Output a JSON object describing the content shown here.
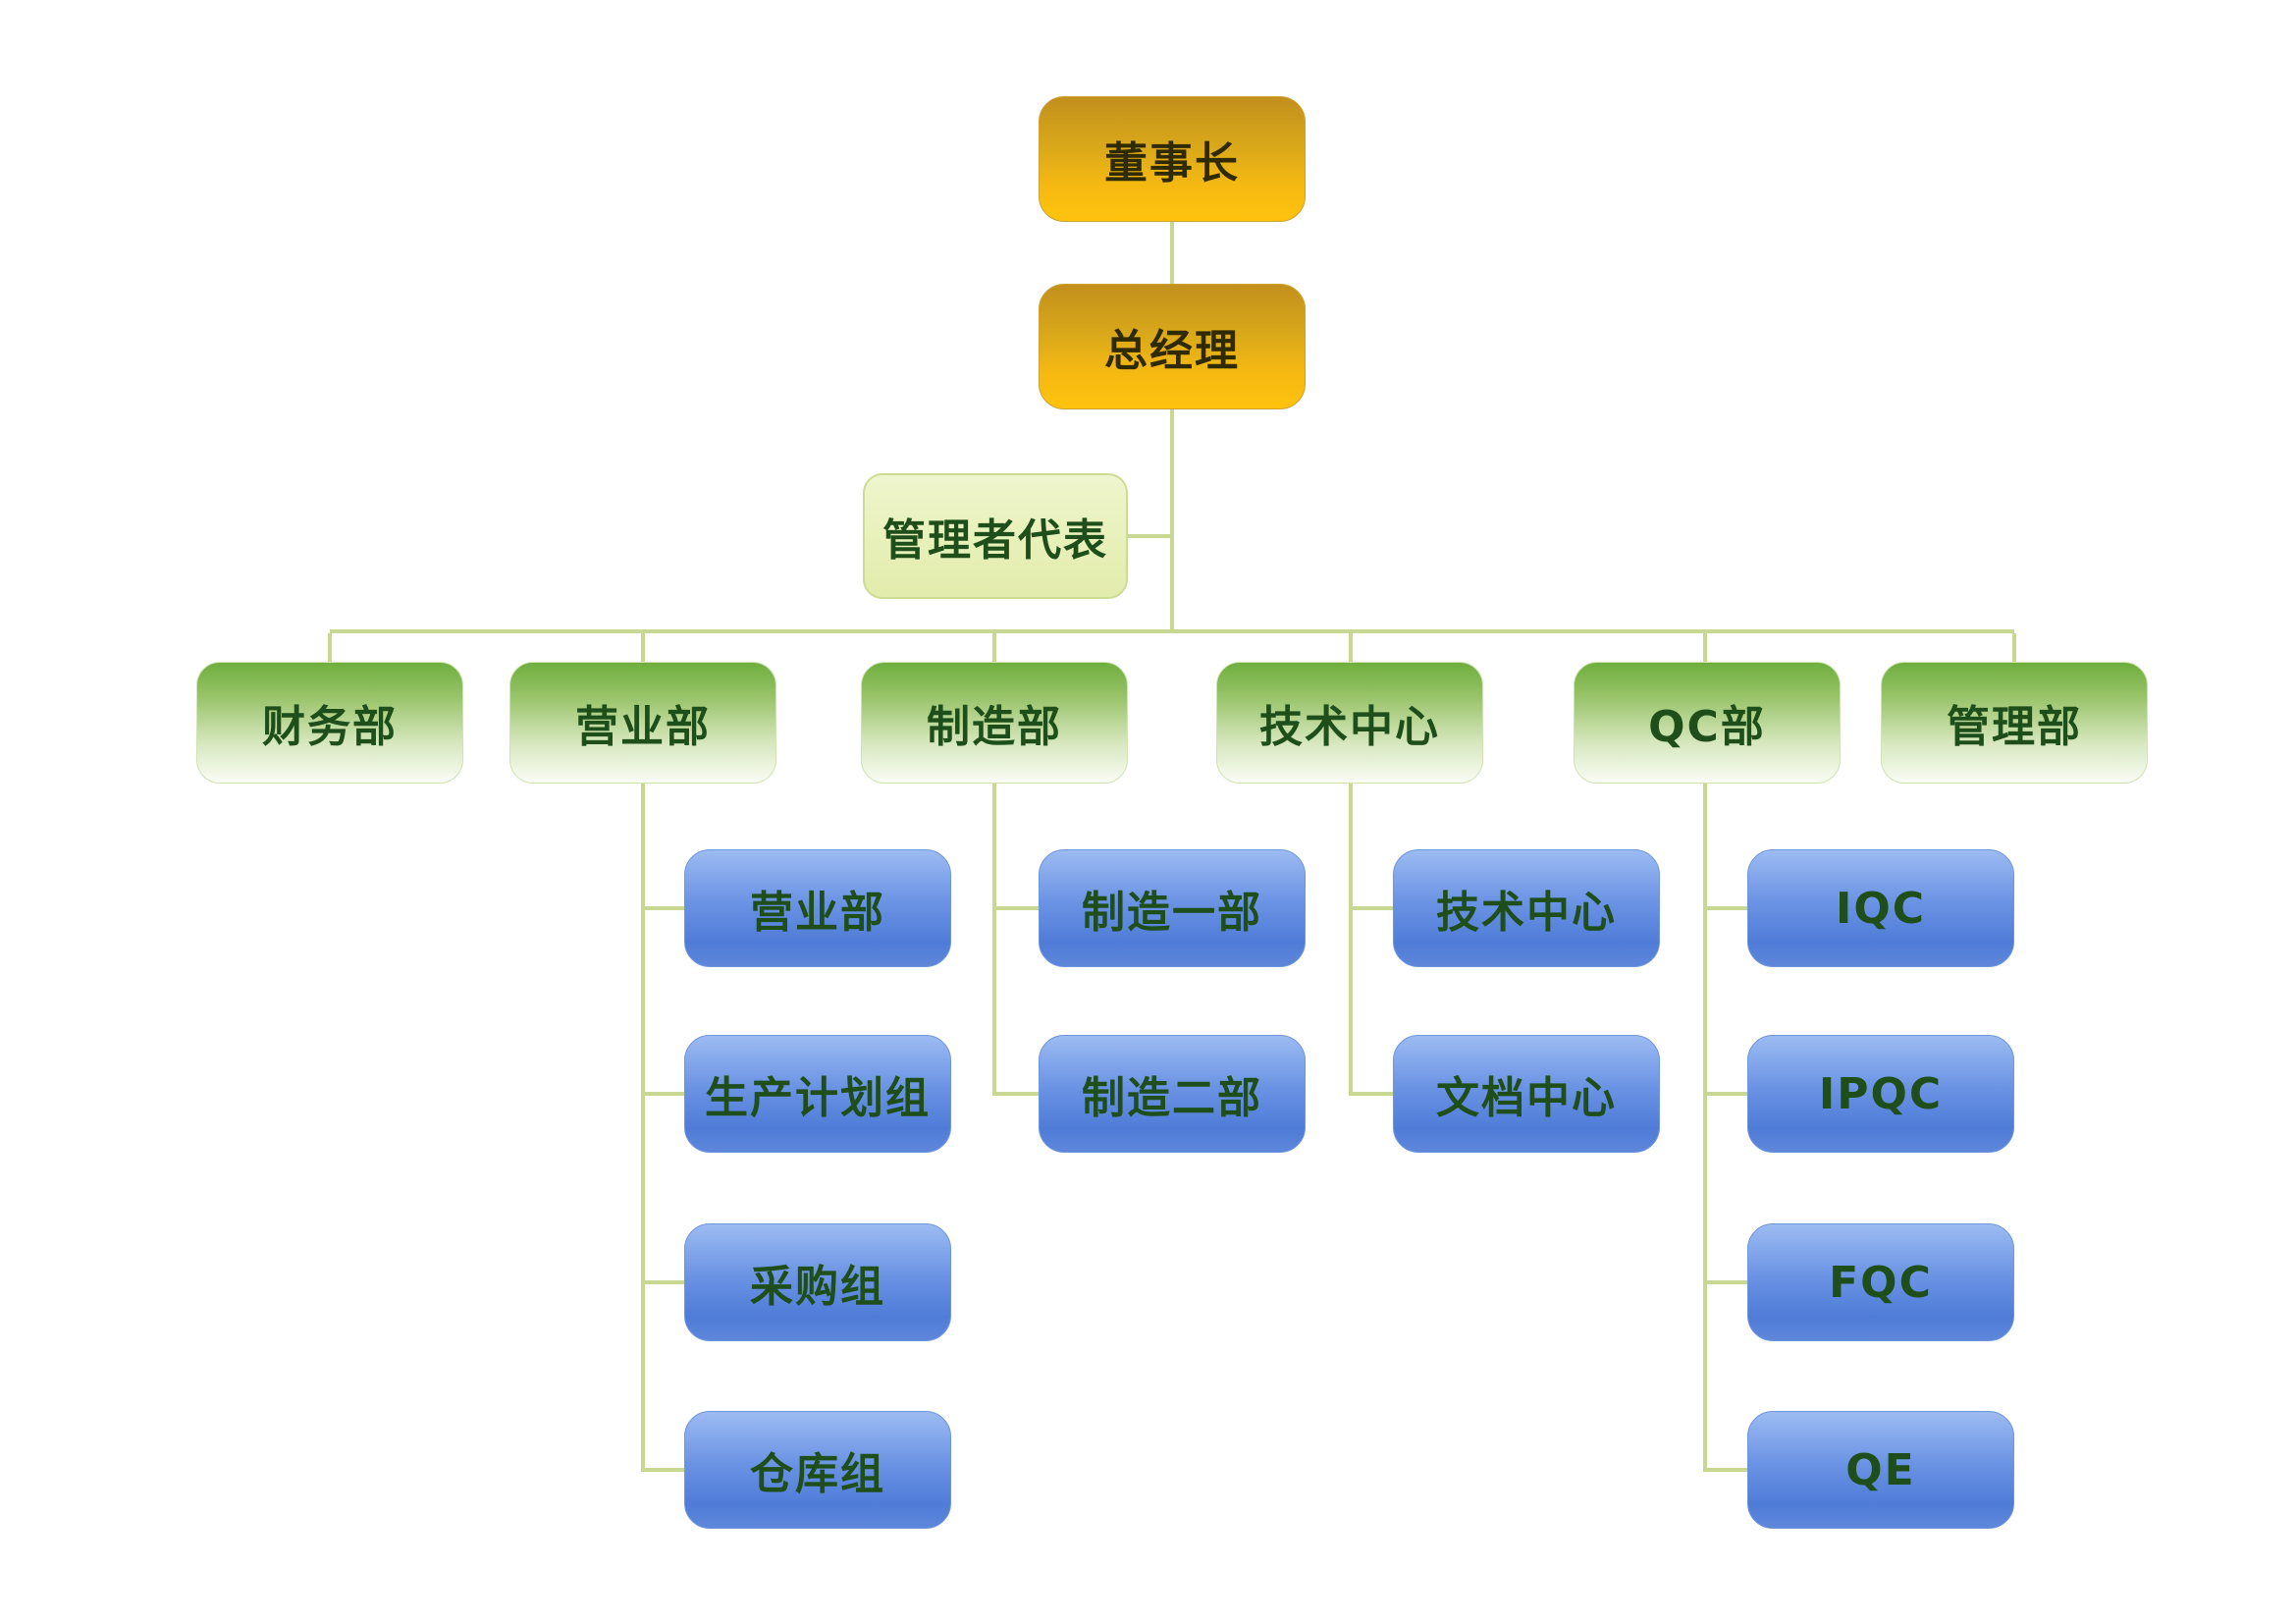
{
  "org": {
    "chairman": {
      "label": "董事长"
    },
    "general_manager": {
      "label": "总经理"
    },
    "management_rep": {
      "label": "管理者代表"
    },
    "departments": [
      {
        "label": "财务部"
      },
      {
        "label": "营业部"
      },
      {
        "label": "制造部"
      },
      {
        "label": "技术中心"
      },
      {
        "label": "QC部"
      },
      {
        "label": "管理部"
      }
    ],
    "sales_children": [
      {
        "label": "营业部"
      },
      {
        "label": "生产计划组"
      },
      {
        "label": "采购组"
      },
      {
        "label": "仓库组"
      }
    ],
    "manufacturing_children": [
      {
        "label": "制造一部"
      },
      {
        "label": "制造二部"
      }
    ],
    "tech_children": [
      {
        "label": "技术中心"
      },
      {
        "label": "文档中心"
      }
    ],
    "qc_children": [
      {
        "label": "IQC"
      },
      {
        "label": "IPQC"
      },
      {
        "label": "FQC"
      },
      {
        "label": "QE"
      }
    ]
  },
  "colors": {
    "gold_top": "#C2901C",
    "gold_bottom": "#FFC30E",
    "green_top": "#6FAE3E",
    "green_bottom": "#FAFCF5",
    "blue_top": "#9CBBF2",
    "blue_bottom": "#4F7CD8",
    "rep_fill": "#E8F0B9",
    "connector": "#C8D893",
    "text": "#1E4E1A"
  }
}
